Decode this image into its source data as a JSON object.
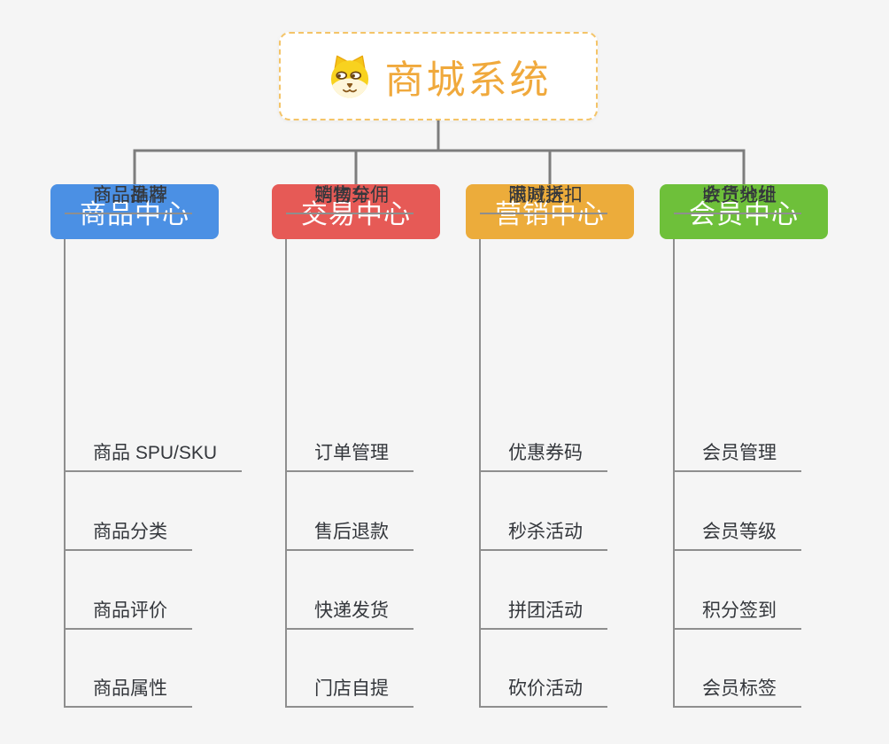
{
  "root": {
    "title": "商城系统",
    "icon": "shiba-dog-icon"
  },
  "branches": [
    {
      "label": "商品中心",
      "color": "#4b90e4",
      "items": [
        "商品 SPU/SKU",
        "商品分类",
        "商品评价",
        "商品属性",
        "商品推荐",
        "商品品牌"
      ]
    },
    {
      "label": "交易中心",
      "color": "#e65a56",
      "items": [
        "订单管理",
        "售后退款",
        "快递发货",
        "门店自提",
        "购物车",
        "销售分佣"
      ]
    },
    {
      "label": "营销中心",
      "color": "#ecac3b",
      "items": [
        "优惠券码",
        "秒杀活动",
        "拼团活动",
        "砍价活动",
        "限时折扣",
        "满减送"
      ]
    },
    {
      "label": "会员中心",
      "color": "#6ec03a",
      "items": [
        "会员管理",
        "会员等级",
        "积分签到",
        "会员标签",
        "会员分组",
        "收货地址"
      ]
    }
  ],
  "colors": {
    "background": "#f5f5f5",
    "connector_line": "#7d7d7d",
    "underline": "#8e8e8e",
    "item_text": "#34373c",
    "root_border": "#f4c468",
    "root_title": "#f0a93c",
    "header_text": "#ffffff"
  }
}
